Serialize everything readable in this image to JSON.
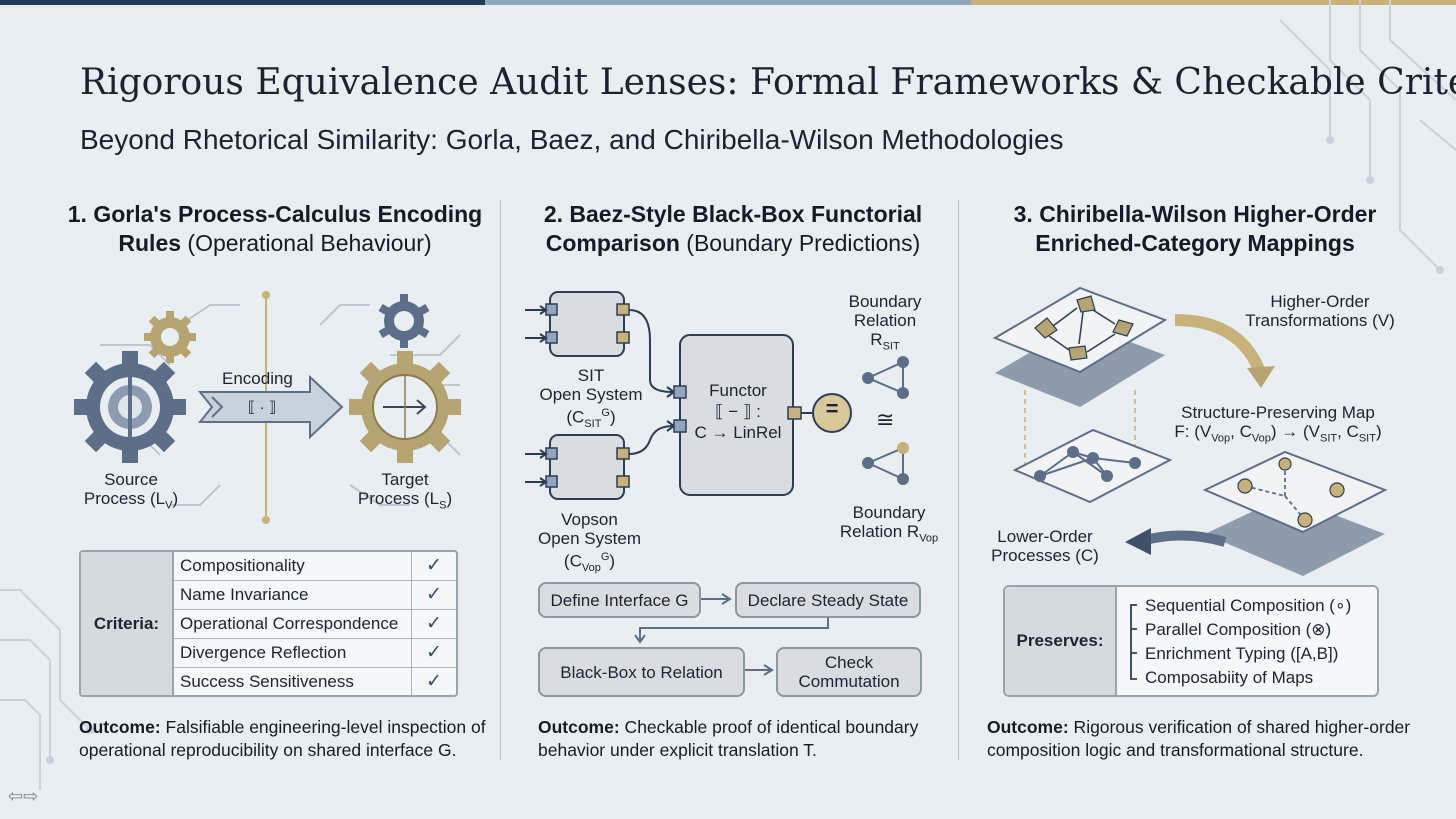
{
  "colors": {
    "navy": "#243a5c",
    "slate": "#8ea6c0",
    "gold": "#c8b27a",
    "gear_blue": "#5d6f88",
    "gear_gold": "#b6a473",
    "box": "#d9dde2",
    "line": "#2e3d52"
  },
  "title": "Rigorous Equivalence Audit Lenses: Formal Frameworks & Checkable Criteria",
  "subtitle": "Beyond Rhetorical Similarity: Gorla, Baez, and Chiribella-Wilson Methodologies",
  "col1": {
    "heading_bold_1": "1. Gorla's Process-Calculus Encoding",
    "heading_bold_2": "Rules",
    "heading_rest": " (Operational Behaviour)",
    "encoding_label": "Encoding",
    "encoding_symbol": "⟦ · ⟧",
    "source_line1": "Source",
    "source_line2": "Process (L",
    "source_sub": "V",
    "target_line1": "Target",
    "target_line2": "Process (L",
    "target_sub": "S",
    "criteria_label": "Criteria:",
    "criteria": [
      "Compositionality",
      "Name Invariance",
      "Operational Correspondence",
      "Divergence Reflection",
      "Success Sensitiveness"
    ],
    "check_glyph": "✓",
    "outcome_bold": "Outcome:",
    "outcome_text": " Falsifiable engineering-level inspection of operational reproducibility on shared interface G."
  },
  "col2": {
    "heading_bold_1": "2. Baez-Style Black-Box Functorial",
    "heading_bold_2": "Comparison",
    "heading_rest": " (Boundary Predictions)",
    "sit_line1": "SIT",
    "sit_line2": "Open System",
    "sit_line3": "(C",
    "sit_sub": "SIT",
    "sit_sup": "G",
    "vop_line1": "Vopson",
    "vop_line2": "Open System",
    "vop_line3": "(C",
    "vop_sub": "Vop",
    "vop_sup": "G",
    "functor_line1": "Functor",
    "functor_line2": "⟦ − ⟧ :",
    "functor_line3": "C → LinRel",
    "equals": "=",
    "rel_top_1": "Boundary",
    "rel_top_2": "Relation",
    "rel_top_3": "R",
    "rel_top_sub": "SIT",
    "iso": "≅",
    "rel_bot_1": "Boundary",
    "rel_bot_2": "Relation R",
    "rel_bot_sub": "Vop",
    "steps": [
      "Define Interface G",
      "Declare Steady State",
      "Black-Box to Relation",
      "Check Commutation"
    ],
    "outcome_bold": "Outcome:",
    "outcome_text": " Checkable proof of identical boundary behavior under explicit translation T."
  },
  "col3": {
    "heading_bold_1": "3. Chiribella-Wilson Higher-Order",
    "heading_bold_2": "Enriched-Category Mappings",
    "higher_1": "Higher-Order",
    "higher_2": "Transformations (V)",
    "spm_1": "Structure-Preserving Map",
    "spm_2_a": "F: (V",
    "spm_2_s1": "Vop",
    "spm_2_b": ", C",
    "spm_2_s2": "Vop",
    "spm_2_c": ") → (V",
    "spm_2_s3": "SIT",
    "spm_2_d": ", C",
    "spm_2_s4": "SIT",
    "spm_2_e": ")",
    "lower_1": "Lower-Order",
    "lower_2": "Processes (C)",
    "preserves_label": "Preserves:",
    "preserves": [
      "Sequential Composition (∘)",
      "Parallel Composition (⊗)",
      "Enrichment Typing ([A,B])",
      "Composabiity of Maps"
    ],
    "outcome_bold": "Outcome:",
    "outcome_text": " Rigorous verification of shared higher-order composition logic and transformational structure."
  },
  "nav_arrows": "⇦⇨"
}
